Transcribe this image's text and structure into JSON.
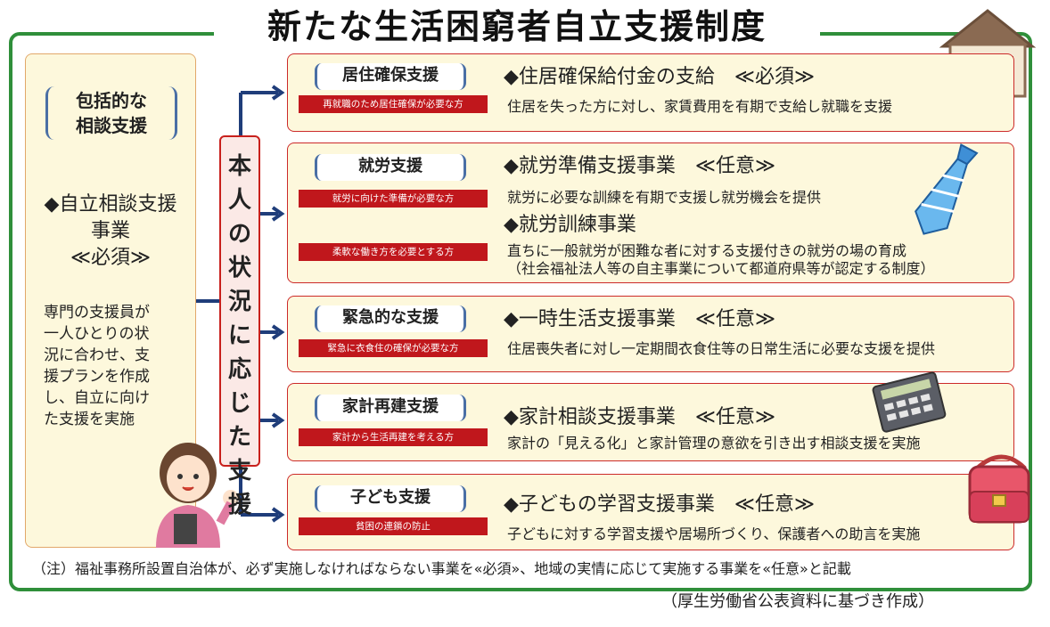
{
  "title": "新たな生活困窮者自立支援制度",
  "left": {
    "category": [
      "包括的な",
      "相談支援"
    ],
    "program_lines": [
      "◆自立相談支援",
      "事業",
      "≪必須≫"
    ],
    "description_lines": [
      "専門の支援員が",
      "一人ひとりの状",
      "況に合わせ、支",
      "援プランを作成",
      "し、自立に向け",
      "た支援を実施"
    ]
  },
  "center": {
    "text": "本人の状況に応じた支援"
  },
  "cards": [
    {
      "category": "居住確保支援",
      "target": "再就職のため居住確保が必要な方",
      "program": "◆住居確保給付金の支給　≪必須≫",
      "description": "住居を失った方に対し、家賃費用を有期で支給し就職を支援"
    },
    {
      "category": "就労支援",
      "target": "就労に向けた準備が必要な方",
      "program": "◆就労準備支援事業　≪任意≫",
      "description": "就労に必要な訓練を有期で支援し就労機会を提供",
      "target2": "柔軟な働き方を必要とする方",
      "program2": "◆就労訓練事業",
      "description2": "直ちに一般就労が困難な者に対する支援付きの就労の場の育成",
      "description3": "（社会福祉法人等の自主事業について都道府県等が認定する制度）"
    },
    {
      "category": "緊急的な支援",
      "target": "緊急に衣食住の確保が必要な方",
      "program": "◆一時生活支援事業　≪任意≫",
      "description": "住居喪失者に対し一定期間衣食住等の日常生活に必要な支援を提供"
    },
    {
      "category": "家計再建支援",
      "target": "家計から生活再建を考える方",
      "program": "◆家計相談支援事業　≪任意≫",
      "description": "家計の「見える化」と家計管理の意欲を引き出す相談支援を実施"
    },
    {
      "category": "子ども支援",
      "target": "貧困の連鎖の防止",
      "program": "◆子どもの学習支援事業　≪任意≫",
      "description": "子どもに対する学習支援や居場所づくり、保護者への助言を実施"
    }
  ],
  "note": "（注）福祉事務所設置自治体が、必ず実施しなければならない事業を«必須»、地域の実情に応じて実施する事業を«任意»と記載",
  "source": "（厚生労働省公表資料に基づき作成）",
  "colors": {
    "frame": "#2f8f3a",
    "accent_red": "#c0171c",
    "arrow": "#1f3d7a",
    "card_bg": "#fdf8dc"
  }
}
